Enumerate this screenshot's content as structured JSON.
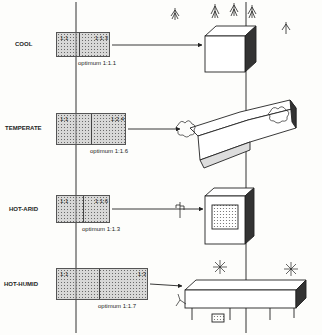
{
  "diagram": {
    "nodes": [
      {
        "text": [
          "1:1",
          "1:1.3",
          "optimum 1:1.1"
        ]
      },
      {
        "text": [
          "1:1",
          "1:2.4",
          "optimum 1:1.6"
        ]
      },
      {
        "text": [
          "1:1",
          "1:1.6",
          "optimum 1:1.3"
        ]
      },
      {
        "text": [
          "1:1",
          "1:3",
          "optimum 1:1.7"
        ]
      }
    ],
    "labels": [
      "COOL",
      "TEMPERATE",
      "HOT-ARID",
      "HOT-HUMID"
    ]
  }
}
